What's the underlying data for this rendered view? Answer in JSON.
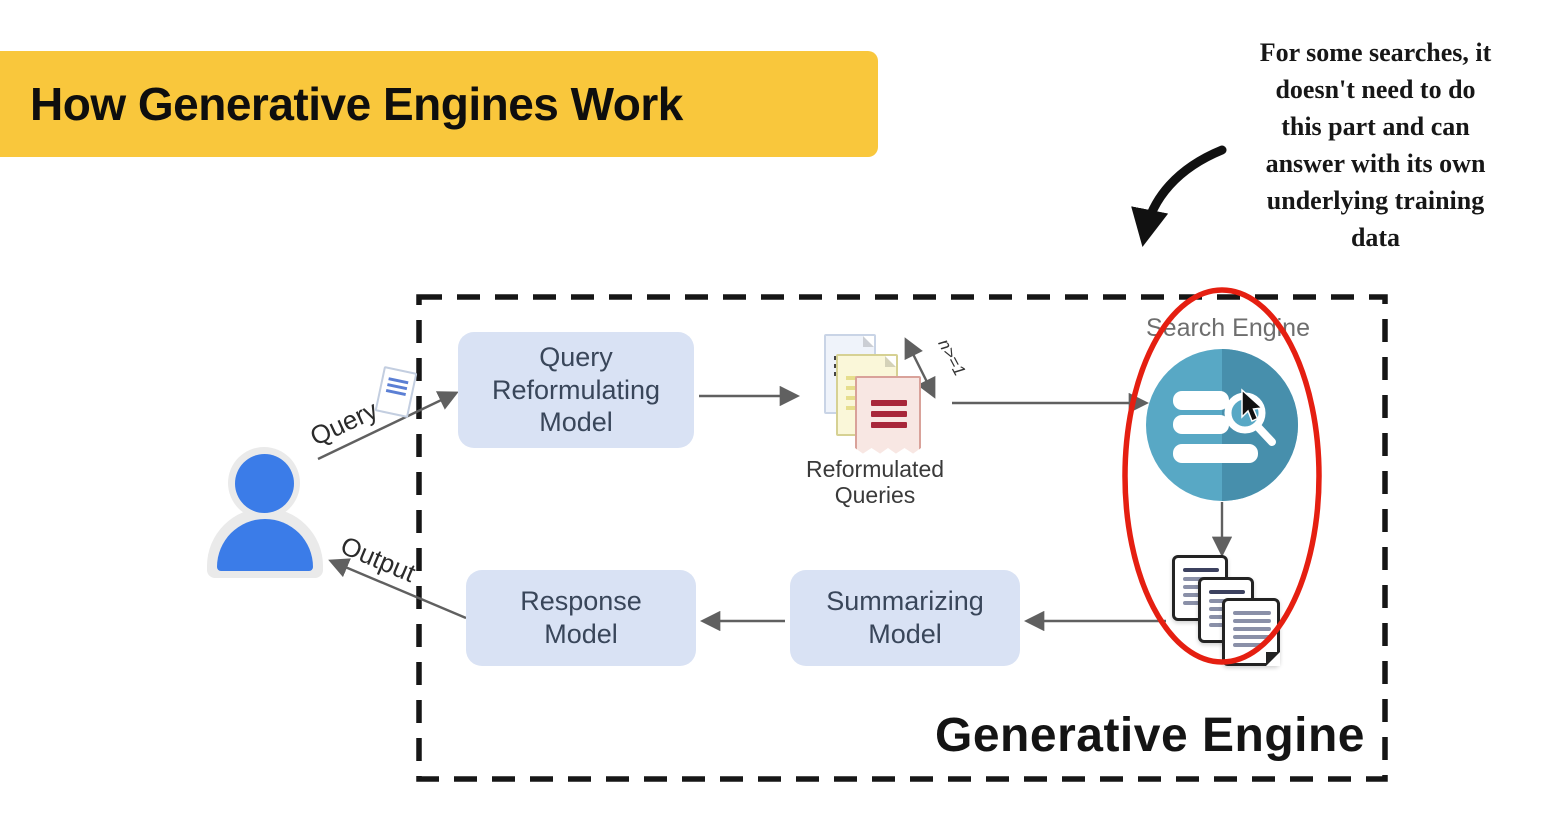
{
  "title": {
    "text": "How Generative Engines Work"
  },
  "annotation": {
    "lines": [
      "For some searches, it",
      "doesn't need to do",
      "this part and can",
      "answer with its own",
      "underlying training",
      "data"
    ]
  },
  "diagram": {
    "frame_label": "Generative Engine",
    "nodes": {
      "query_reformulating_model": "Query Reformulating Model",
      "summarizing_model": "Summarizing Model",
      "response_model": "Response Model"
    },
    "search_engine": {
      "label": "Search Engine"
    },
    "reformulated_queries": {
      "label": "Reformulated Queries",
      "count_note": "n>=1"
    },
    "edges": {
      "query": "Query",
      "output": "Output"
    }
  },
  "colors": {
    "highlight_yellow": "#F9C73C",
    "node_blue": "#D9E2F4",
    "search_teal_left": "#58A8C5",
    "search_teal_right": "#478FAC",
    "annotation_red": "#E51F11",
    "user_blue": "#3B7CE8",
    "arrow_gray": "#606060",
    "dash_black": "#161616"
  }
}
